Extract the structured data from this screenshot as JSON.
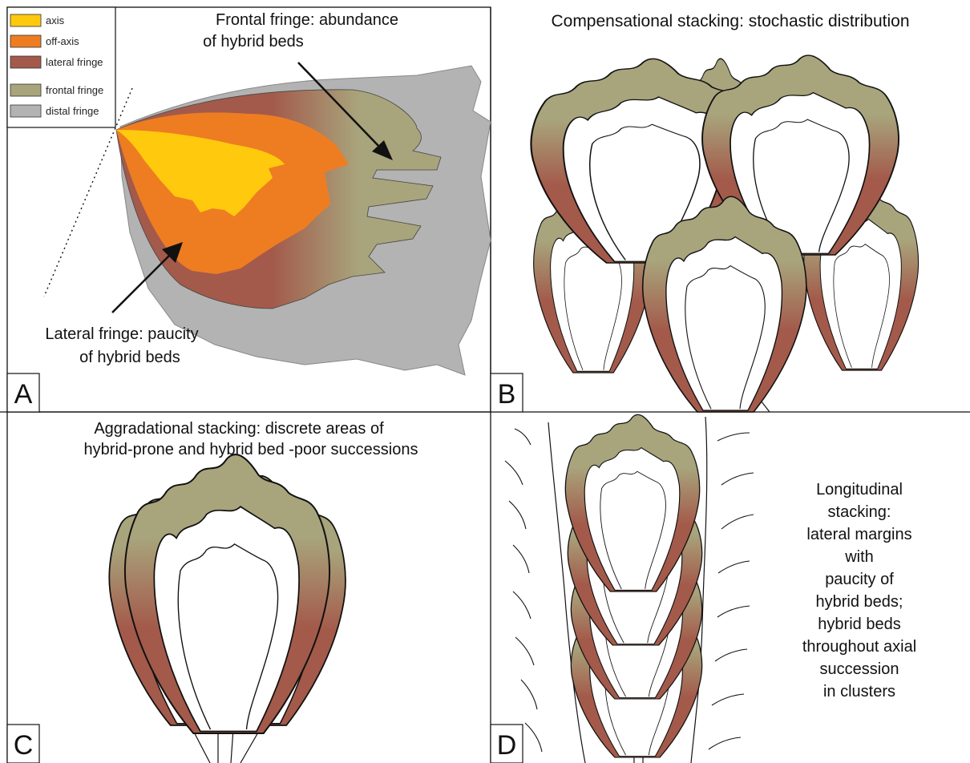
{
  "colors": {
    "axis": "#FFC90E",
    "off_axis": "#EE7D22",
    "lateral_fringe": "#A35A4A",
    "frontal_fringe": "#A8A47C",
    "distal_fringe": "#B3B3B3",
    "outline": "#111111"
  },
  "legend": {
    "items": [
      {
        "label": "axis",
        "color": "#FFC90E"
      },
      {
        "label": "off-axis",
        "color": "#EE7D22"
      },
      {
        "label": "lateral fringe",
        "color": "#A35A4A"
      },
      {
        "label": "frontal fringe",
        "color": "#A8A47C"
      },
      {
        "label": "distal fringe",
        "color": "#B3B3B3"
      }
    ]
  },
  "panels": {
    "a": {
      "letter": "A",
      "frontal_line1": "Frontal fringe: abundance",
      "frontal_line2": "of hybrid beds",
      "lateral_line1": "Lateral fringe: paucity",
      "lateral_line2": "of hybrid beds"
    },
    "b": {
      "letter": "B",
      "title": "Compensational stacking: stochastic distribution"
    },
    "c": {
      "letter": "C",
      "title_line1": "Aggradational stacking: discrete areas of",
      "title_line2": "hybrid-prone and hybrid bed -poor successions"
    },
    "d": {
      "letter": "D",
      "text_lines": [
        "Longitudinal",
        "stacking:",
        "lateral margins",
        "with",
        "paucity of",
        "hybrid beds;",
        "hybrid beds",
        "throughout axial",
        "succession",
        "in clusters"
      ]
    }
  }
}
